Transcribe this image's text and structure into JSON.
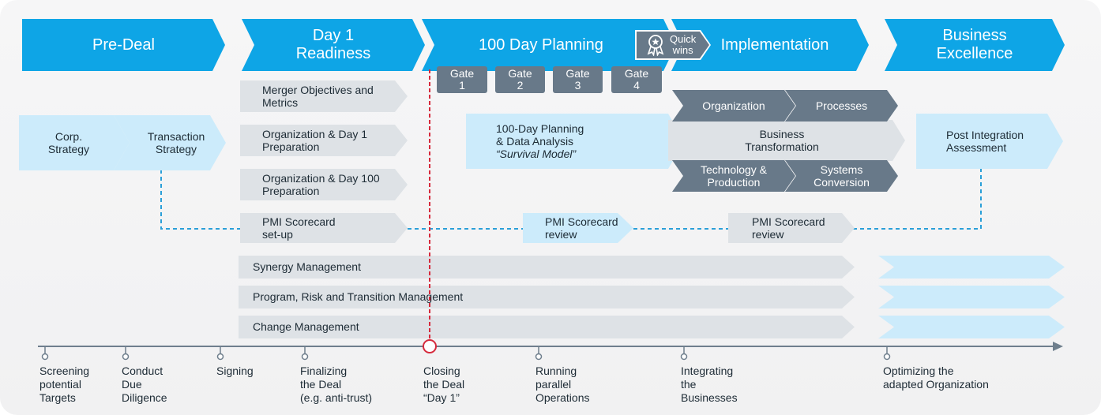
{
  "phases": [
    {
      "lines": [
        "Pre-Deal"
      ]
    },
    {
      "lines": [
        "Day 1",
        "Readiness"
      ]
    },
    {
      "lines": [
        "100 Day Planning"
      ]
    },
    {
      "lines": [
        "Implementation"
      ]
    },
    {
      "lines": [
        "Business",
        "Excellence"
      ]
    }
  ],
  "quick_wins": {
    "lines": [
      "Quick",
      "wins"
    ],
    "icon": "award-ribbon-icon"
  },
  "gates": [
    {
      "lines": [
        "Gate",
        "1"
      ]
    },
    {
      "lines": [
        "Gate",
        "2"
      ]
    },
    {
      "lines": [
        "Gate",
        "3"
      ]
    },
    {
      "lines": [
        "Gate",
        "4"
      ]
    }
  ],
  "strategy": [
    {
      "lines": [
        "Corp.",
        "Strategy"
      ]
    },
    {
      "lines": [
        "Transaction",
        "Strategy"
      ]
    }
  ],
  "readiness_items": [
    {
      "lines": [
        "Merger Objectives and",
        "Metrics"
      ]
    },
    {
      "lines": [
        "Organization & Day 1",
        "Preparation"
      ]
    },
    {
      "lines": [
        "Organization & Day 100",
        "Preparation"
      ]
    }
  ],
  "planning": {
    "lines": [
      "100-Day Planning",
      "& Data Analysis"
    ],
    "italic": "“Survival Model”"
  },
  "transformation": {
    "top": [
      {
        "lines": [
          "Organization"
        ]
      },
      {
        "lines": [
          "Processes"
        ]
      }
    ],
    "center": {
      "lines": [
        "Business",
        "Transformation"
      ]
    },
    "bottom": [
      {
        "lines": [
          "Technology &",
          "Production"
        ]
      },
      {
        "lines": [
          "Systems",
          "Conversion"
        ]
      }
    ]
  },
  "post_integration": {
    "lines": [
      "Post Integration",
      "Assessment"
    ]
  },
  "scorecards": [
    {
      "lines": [
        "PMI Scorecard",
        "set-up"
      ]
    },
    {
      "lines": [
        "PMI Scorecard",
        "review"
      ]
    },
    {
      "lines": [
        "PMI Scorecard",
        "review"
      ]
    }
  ],
  "workstreams": [
    {
      "label": "Synergy Management"
    },
    {
      "label": "Program, Risk and Transition Management"
    },
    {
      "label": "Change Management"
    }
  ],
  "milestones": [
    {
      "lines": [
        "Screening",
        "potential",
        "Targets"
      ]
    },
    {
      "lines": [
        "Conduct",
        "Due",
        "Diligence"
      ]
    },
    {
      "lines": [
        "Signing"
      ]
    },
    {
      "lines": [
        "Finalizing",
        "the Deal",
        "(e.g. anti-trust)"
      ]
    },
    {
      "lines": [
        "Closing",
        "the Deal",
        "“Day 1”"
      ]
    },
    {
      "lines": [
        "Running",
        "parallel",
        "Operations"
      ]
    },
    {
      "lines": [
        "Integrating",
        "the",
        "Businesses"
      ]
    },
    {
      "lines": [
        "Optimizing the",
        "adapted Organization"
      ]
    }
  ],
  "colors": {
    "phase": "#0ea5e6",
    "light": "#ccebfb",
    "grey": "#dee2e6",
    "dark": "#687989",
    "dashed_link": "#2a9fd8",
    "day1_line": "#d62a3c",
    "timeline": "#6f7f8d"
  }
}
